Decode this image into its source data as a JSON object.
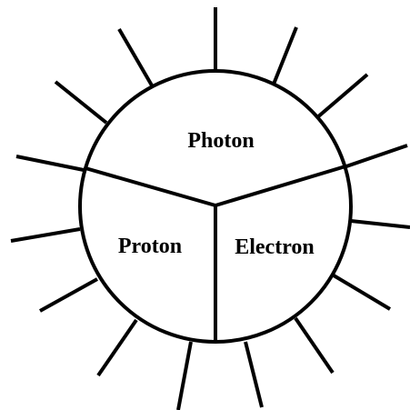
{
  "segments": [
    {
      "label": "Photon"
    },
    {
      "label": "Proton"
    },
    {
      "label": "Electron"
    }
  ],
  "colors": {
    "stroke": "#000000",
    "fill": "#ffffff",
    "text": "#000000"
  }
}
